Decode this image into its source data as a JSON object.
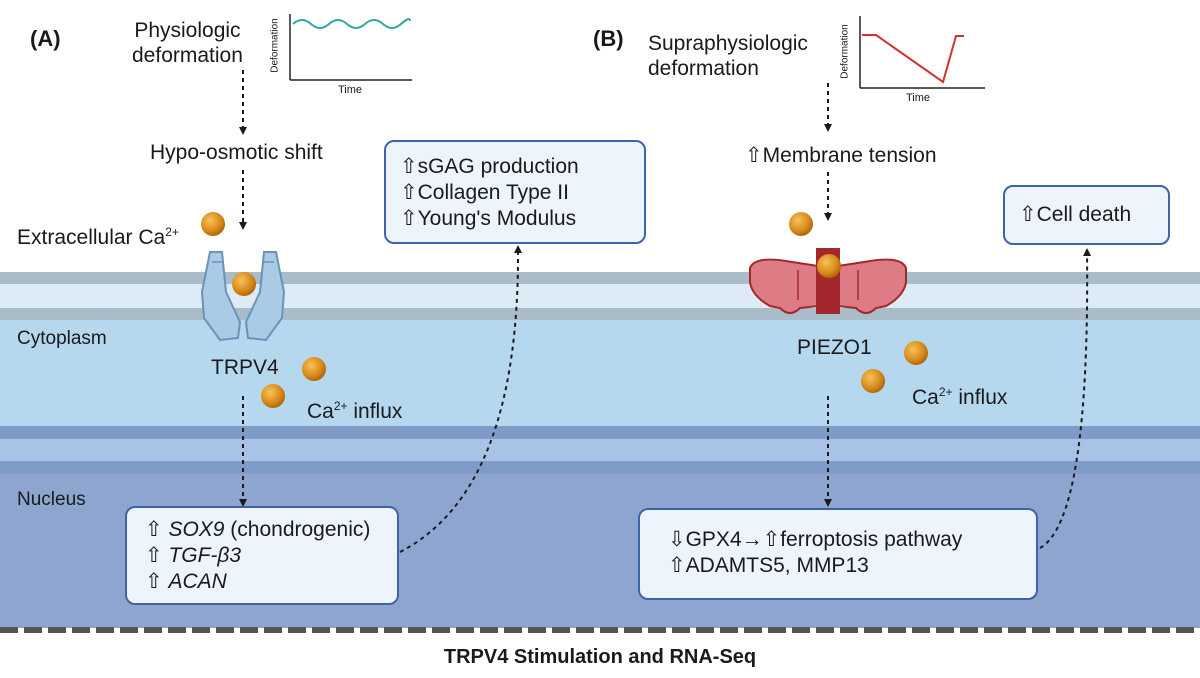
{
  "panel_a": {
    "label": "(A)",
    "stimulus_line1": "Physiologic",
    "stimulus_line2": "deformation",
    "graph_ylabel": "Deformation",
    "graph_xlabel": "Time",
    "step1": "Hypo-osmotic shift",
    "extracellular_prefix": "Extracellular Ca",
    "extracellular_sup": "2+",
    "channel": "TRPV4",
    "influx_ca": "Ca",
    "influx_sup": "2+",
    "influx_text": " influx",
    "outcome_lines": [
      "⇧sGAG production",
      "⇧Collagen Type II",
      "⇧Young's Modulus"
    ],
    "genes": [
      {
        "arrow": "⇧ ",
        "gene": "SOX9",
        "note": " (chondrogenic)"
      },
      {
        "arrow": "⇧ ",
        "gene": "TGF-β3",
        "note": ""
      },
      {
        "arrow": "⇧ ",
        "gene": "ACAN",
        "note": ""
      }
    ]
  },
  "panel_b": {
    "label": "(B)",
    "stimulus_line1": "Supraphysiologic",
    "stimulus_line2": "deformation",
    "graph_ylabel": "Deformation",
    "graph_xlabel": "Time",
    "step1": "⇧Membrane tension",
    "channel": "PIEZO1",
    "influx_ca": "Ca",
    "influx_sup": "2+",
    "influx_text": " influx",
    "outcome": "⇧Cell death",
    "pathway_lines": [
      "⇩GPX4→⇧ferroptosis pathway",
      "⇧ADAMTS5, MMP13"
    ]
  },
  "regions": {
    "cytoplasm": "Cytoplasm",
    "nucleus": "Nucleus"
  },
  "footer": "TRPV4 Stimulation and RNA-Seq",
  "colors": {
    "membrane_top": "#a7b9c6",
    "membrane_light": "#dbeaf6",
    "cytoplasm": "#b3d7ee",
    "nuclear_membrane": "#7e9ac6",
    "nucleus": "#8fa6d0",
    "calcium": "#d98a1a",
    "trpv4": "#a9cbe6",
    "piezo": "#d9727b",
    "piezo_dark": "#a4272d",
    "box_border": "#3f63a8",
    "box_fill": "#eef4fb",
    "wave": "#2fa7a2",
    "curve_b": "#d0322e"
  }
}
